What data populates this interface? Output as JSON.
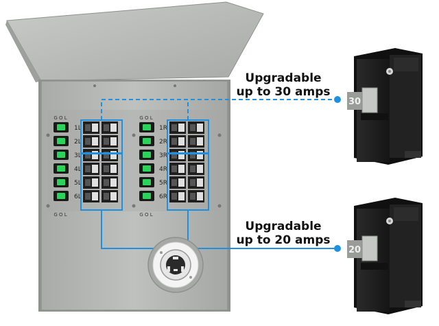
{
  "callouts": {
    "upper": {
      "line1": "Upgradable",
      "line2": "up to 30 amps"
    },
    "lower": {
      "line1": "Upgradable",
      "line2": "up to 20 amps"
    }
  },
  "panel": {
    "indicator_header_top": "G O L",
    "indicator_header_bottom": "G O L",
    "left_circuits": [
      "1L",
      "2L",
      "3L",
      "4L",
      "5L",
      "6L"
    ],
    "right_circuits": [
      "1R",
      "2R",
      "3R",
      "4R",
      "5R",
      "6R"
    ]
  },
  "breakers": {
    "upper_rating": "30",
    "lower_rating": "20"
  },
  "colors": {
    "panel_gray": "#b9bbb8",
    "indicator_green": "#2bd35a",
    "highlight_blue": "#1e90e0",
    "breaker_black": "#1c1c1c"
  }
}
